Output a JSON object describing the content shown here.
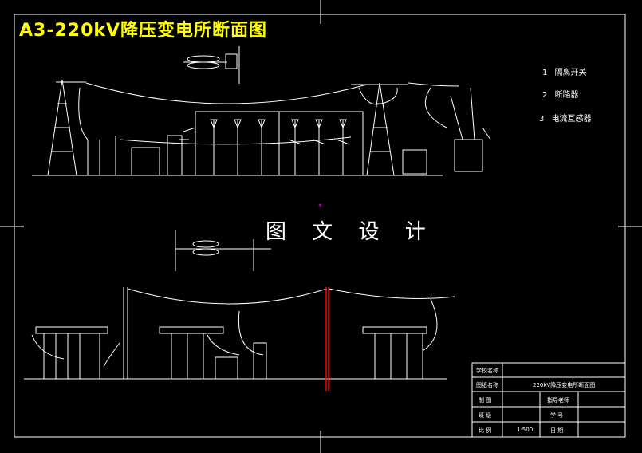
{
  "title": "A3-220kV降压变电所断面图",
  "watermark": "图 文 设 计",
  "legend": [
    {
      "num": "1",
      "text": "隔离开关"
    },
    {
      "num": "2",
      "text": "断路器"
    },
    {
      "num": "3",
      "text": "电流互感器"
    }
  ],
  "title_block": {
    "school_label": "学校名称",
    "drawing_label": "图纸名称",
    "drawing_name": "220kV降压变电所断面图",
    "drawn_label": "制 图",
    "advisor_label": "指导老师",
    "class_label": "班 级",
    "id_label": "学 号",
    "scale_label": "比 例",
    "scale_value": "1:500",
    "date_label": "日 期"
  },
  "colors": {
    "background": "#000000",
    "lines": "#ffffff",
    "title": "#ffff00",
    "accent": "#ff0000",
    "marker": "#ff00ff"
  }
}
